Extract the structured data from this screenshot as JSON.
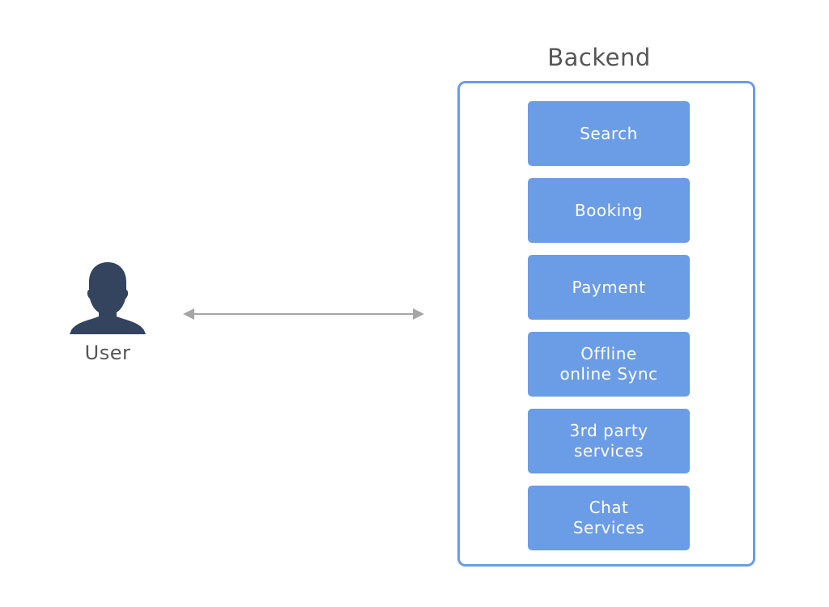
{
  "backend": {
    "title": "Backend",
    "services": [
      {
        "label": "Search"
      },
      {
        "label": "Booking"
      },
      {
        "label": "Payment"
      },
      {
        "label": "Offline\nonline Sync"
      },
      {
        "label": "3rd party\nservices"
      },
      {
        "label": "Chat\nServices"
      }
    ]
  },
  "user": {
    "label": "User",
    "icon": "user-silhouette-icon"
  },
  "connector": {
    "icon": "bidirectional-arrow-icon"
  },
  "colors": {
    "service_fill": "#6b9ce6",
    "container_border": "#6b9ce6",
    "user_icon": "#34445e",
    "arrow": "#a6a6a6",
    "label_text": "#555555"
  }
}
